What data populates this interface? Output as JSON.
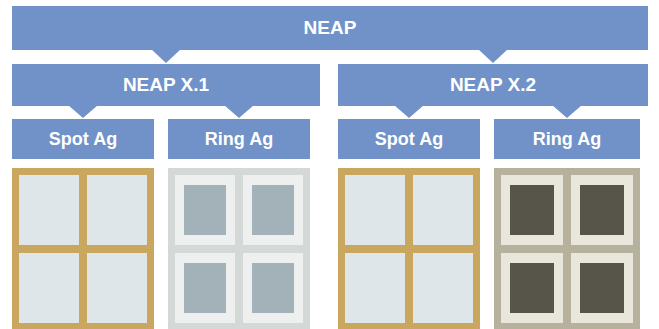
{
  "diagram": {
    "nodes": [
      {
        "text": [
          "NEAP"
        ]
      },
      {
        "text": [
          "NEAP X.1"
        ]
      },
      {
        "text": [
          "NEAP X.2"
        ]
      },
      {
        "text": [
          "Spot Ag"
        ]
      },
      {
        "text": [
          "Ring Ag"
        ]
      },
      {
        "text": [
          "Spot Ag"
        ]
      },
      {
        "text": [
          "Ring Ag"
        ]
      }
    ],
    "edges": [
      {
        "from": 0,
        "to": 1,
        "arrow": "to"
      },
      {
        "from": 0,
        "to": 2,
        "arrow": "to"
      },
      {
        "from": 1,
        "to": 3,
        "arrow": "to"
      },
      {
        "from": 1,
        "to": 4,
        "arrow": "to"
      },
      {
        "from": 2,
        "to": 5,
        "arrow": "to"
      },
      {
        "from": 2,
        "to": 6,
        "arrow": "to"
      }
    ]
  }
}
